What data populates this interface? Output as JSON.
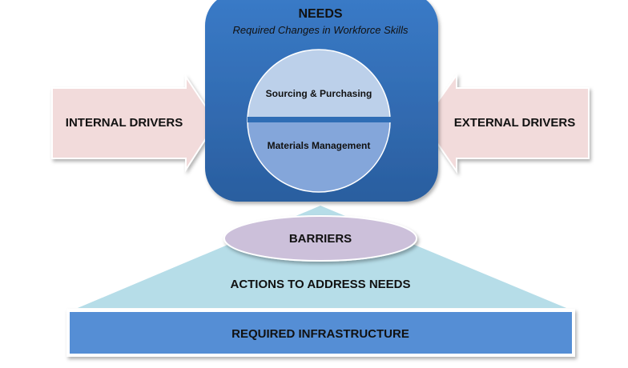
{
  "needs": {
    "title": "NEEDS",
    "subtitle": "Required Changes in Workforce Skills",
    "top_segment": "Sourcing & Purchasing",
    "bottom_segment": "Materials Management"
  },
  "drivers": {
    "internal": "INTERNAL DRIVERS",
    "external": "EXTERNAL DRIVERS"
  },
  "barriers": "BARRIERS",
  "actions": "ACTIONS TO ADDRESS NEEDS",
  "infrastructure": "REQUIRED INFRASTRUCTURE",
  "colors": {
    "needs_box": "#2f6db5",
    "circle_top": "#bcd0ea",
    "circle_bottom": "#84a6da",
    "driver_arrow": "#f2dbdb",
    "barriers_ellipse": "#ccc0da",
    "actions_triangle": "#b6dde8",
    "infrastructure_bar": "#558ed5"
  }
}
